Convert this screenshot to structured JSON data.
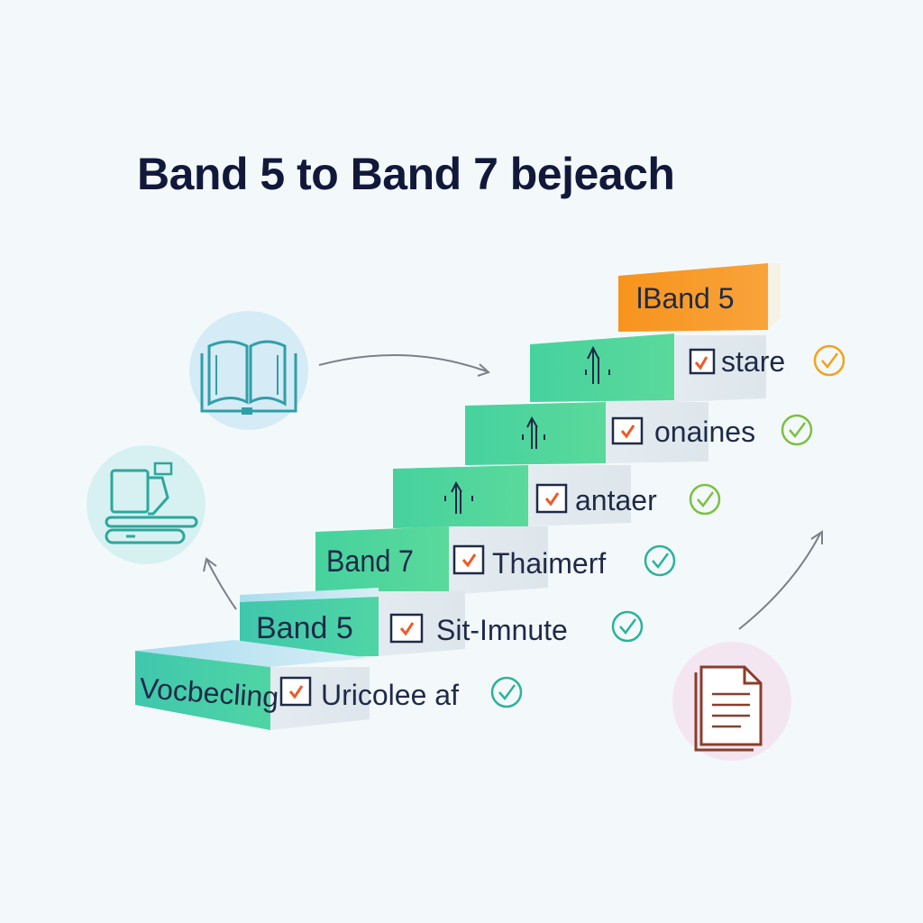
{
  "title": "Band 5 to Band 7 bejeach",
  "top_badge": {
    "label": "lBand 5",
    "color": "#f7981d"
  },
  "steps": [
    {
      "label": "Vocbecling",
      "item": "Uricolee af",
      "check_color": "#2bb39a"
    },
    {
      "label": "Band 5",
      "item": "Sit-Imnute",
      "check_color": "#2bb39a"
    },
    {
      "label": "Band 7",
      "item": "Thaimerf",
      "check_color": "#2bb39a"
    },
    {
      "label": "",
      "item": "antaer",
      "check_color": "#7cc043"
    },
    {
      "label": "",
      "item": "onaines",
      "check_color": "#7cc043"
    },
    {
      "label": "",
      "item": "stare",
      "check_color": "#f3a21d"
    }
  ],
  "colors": {
    "step_green": "#4cd3a0",
    "step_teal": "#37c8b6",
    "step_side": "#e6edf2",
    "checkbox_mark": "#ef5a28",
    "arrow": "#7a8088"
  },
  "icons": [
    "open-book-icon",
    "reader-desk-icon",
    "document-icon"
  ]
}
